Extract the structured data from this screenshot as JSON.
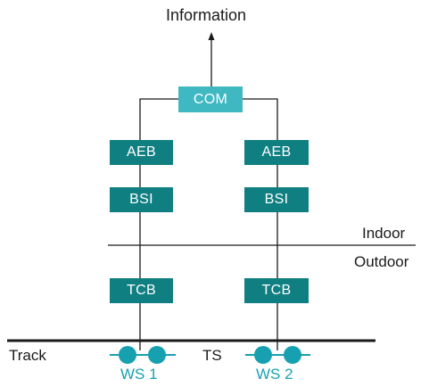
{
  "output_label": "Information",
  "com_label": "COM",
  "left_chain": {
    "aeb": "AEB",
    "bsi": "BSI",
    "tcb": "TCB",
    "ws": "WS 1"
  },
  "right_chain": {
    "aeb": "AEB",
    "bsi": "BSI",
    "tcb": "TCB",
    "ws": "WS 2"
  },
  "boundary": {
    "indoor": "Indoor",
    "outdoor": "Outdoor"
  },
  "track_label": "Track",
  "ts_label": "TS",
  "colors": {
    "box_dark": "#107f82",
    "box_light": "#3fb8c2",
    "ws_accent": "#17a1b0",
    "line": "#1a1a1a"
  }
}
